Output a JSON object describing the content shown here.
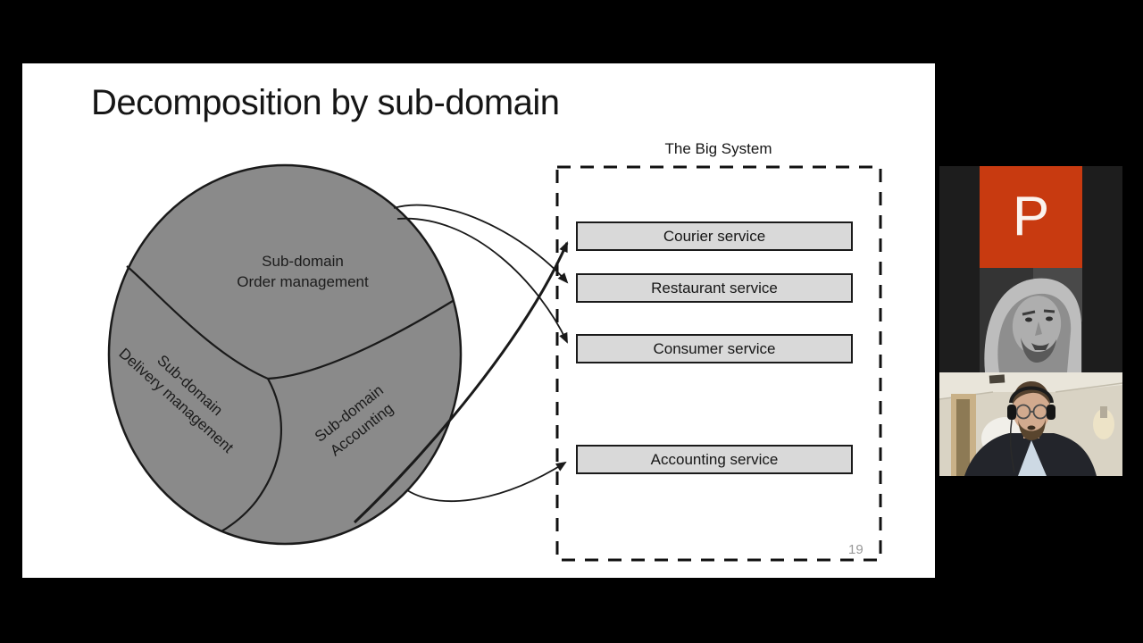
{
  "slide": {
    "title": "Decomposition by sub-domain",
    "page_number": "19"
  },
  "diagram": {
    "system_label": "The Big System",
    "services": [
      "Courier service",
      "Restaurant service",
      "Consumer service",
      "Accounting service"
    ],
    "subdomains": [
      {
        "line1": "Sub-domain",
        "line2": "Order management"
      },
      {
        "line1": "Sub-domain",
        "line2": "Delivery management"
      },
      {
        "line1": "Sub-domain",
        "line2": "Accounting"
      }
    ],
    "colors": {
      "circle_fill": "#8a8a8a",
      "outline": "#1a1a1a",
      "service_box_fill": "#d9d9d9",
      "slide_background": "#ffffff"
    }
  },
  "panel": {
    "powerpoint_label": "P",
    "powerpoint_color": "#c83a10",
    "panel_background": "#1d1d1d"
  }
}
